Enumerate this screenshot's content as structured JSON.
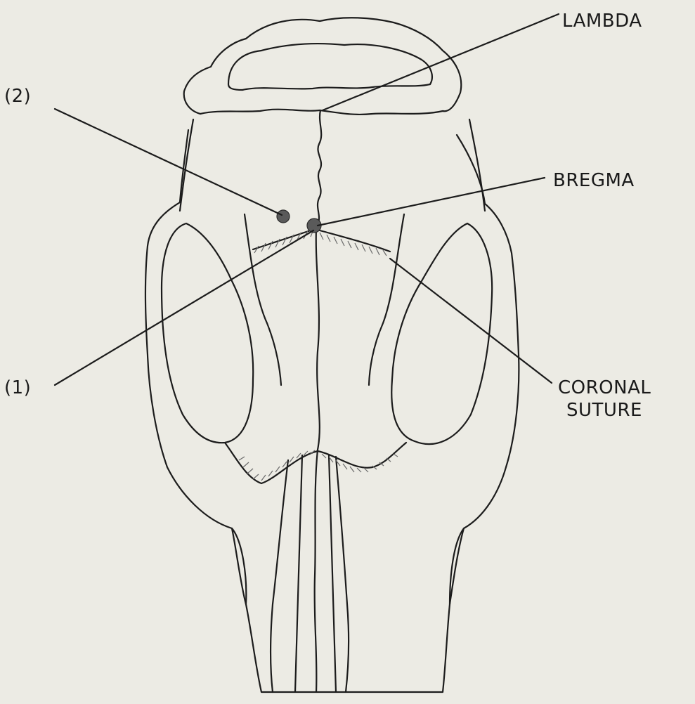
{
  "labels": {
    "lambda": "LAMBDA",
    "bregma": "BREGMA",
    "coronal_line1": "CORONAL",
    "coronal_line2": "SUTURE",
    "point_1": "(1)",
    "point_2": "(2)"
  },
  "colors": {
    "background": "#ecebe4",
    "ink": "#1c1c1c",
    "marker": "#5a5a5a"
  }
}
